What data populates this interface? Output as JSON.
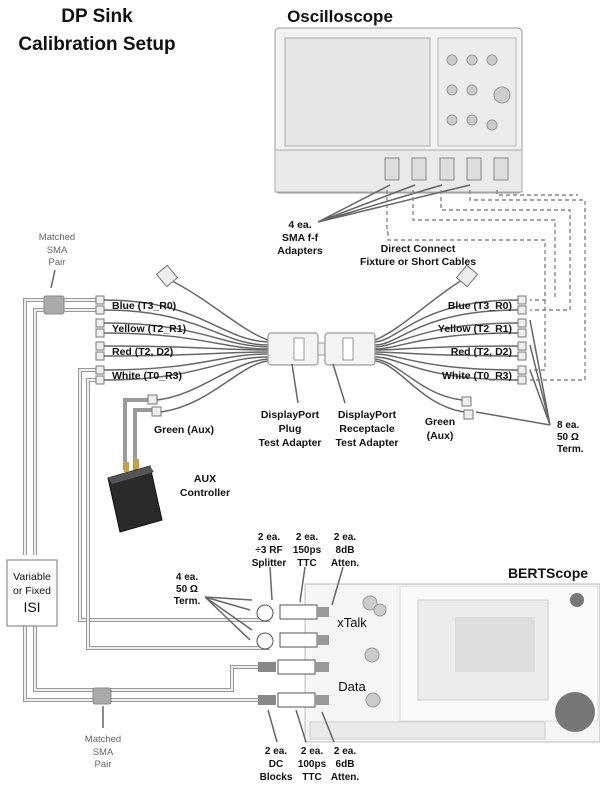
{
  "title": [
    "DP Sink",
    "Calibration Setup"
  ],
  "oscilloscope": {
    "label": "Oscilloscope"
  },
  "sma_adapters": [
    "4 ea.",
    "SMA f-f",
    "Adapters"
  ],
  "direct_connect": [
    "Direct Connect",
    "Fixture or Short Cables"
  ],
  "matched_sma_top": [
    "Matched",
    "SMA",
    "Pair"
  ],
  "matched_sma_bottom": [
    "Matched",
    "SMA",
    "Pair"
  ],
  "left_cables": [
    "Blue (T3_R0)",
    "Yellow (T2_R1)",
    "Red (T2, D2)",
    "White (T0_R3)"
  ],
  "left_green": "Green (Aux)",
  "right_cables": [
    "Blue (T3_R0)",
    "Yellow (T2_R1)",
    "Red (T2, D2)",
    "White (T0_R3)"
  ],
  "right_green": [
    "Green",
    "(Aux)"
  ],
  "plug_adapter": [
    "DisplayPort",
    "Plug",
    "Test Adapter"
  ],
  "receptacle_adapter": [
    "DisplayPort",
    "Receptacle",
    "Test Adapter"
  ],
  "term_right": [
    "8 ea.",
    "50 Ω",
    "Term."
  ],
  "aux_controller": [
    "AUX",
    "Controller"
  ],
  "isi": [
    "Variable",
    "or Fixed",
    "ISI"
  ],
  "bertscope": {
    "label": "BERTScope",
    "xtalk": "xTalk",
    "data": "Data"
  },
  "term_left": [
    "4 ea.",
    "50 Ω",
    "Term."
  ],
  "splitter": [
    "2 ea.",
    "÷3 RF",
    "Splitter"
  ],
  "ttc150": [
    "2 ea.",
    "150ps",
    "TTC"
  ],
  "atten8": [
    "2 ea.",
    "8dB",
    "Atten."
  ],
  "dc_blocks": [
    "2 ea.",
    "DC",
    "Blocks"
  ],
  "ttc100": [
    "2 ea.",
    "100ps",
    "TTC"
  ],
  "atten6": [
    "2 ea.",
    "6dB",
    "Atten."
  ]
}
